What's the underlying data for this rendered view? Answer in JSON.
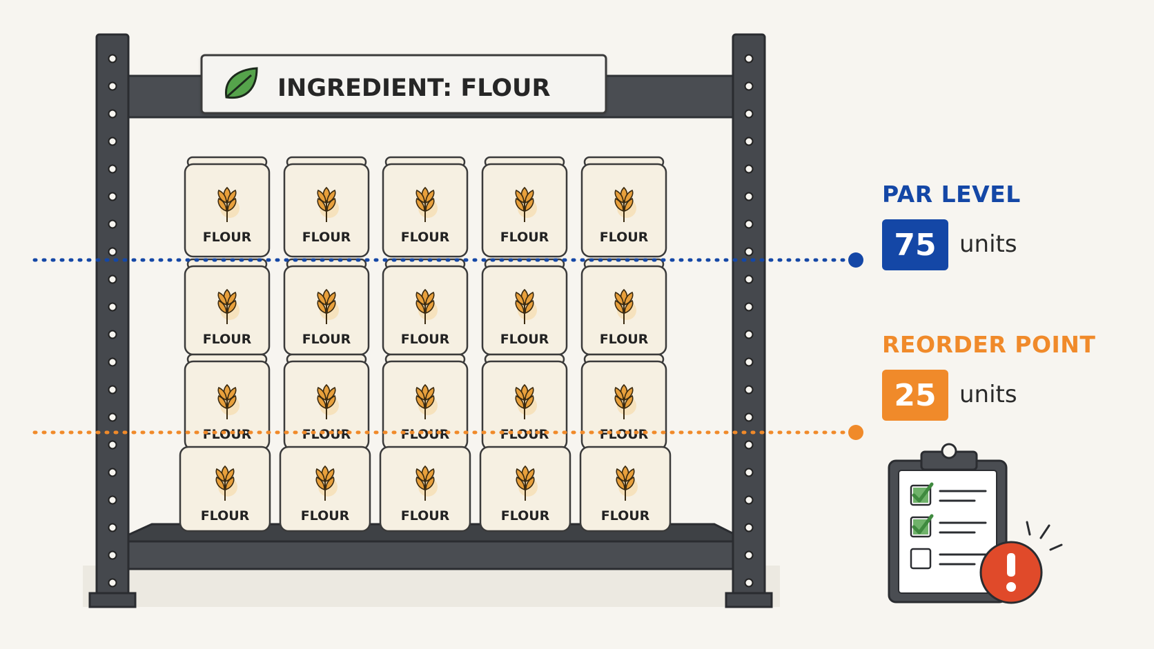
{
  "sign": {
    "text": "INGREDIENT: FLOUR",
    "icon": "leaf-icon"
  },
  "bag_label": "FLOUR",
  "bag_icon": "wheat-icon",
  "par_level": {
    "title": "PAR LEVEL",
    "value": "75",
    "unit": "units",
    "color": "#1447a6"
  },
  "reorder_point": {
    "title": "REORDER POINT",
    "value": "25",
    "unit": "units",
    "color": "#f08a2a"
  },
  "alert_icon": "clipboard-alert-icon",
  "checklist": [
    {
      "checked": true
    },
    {
      "checked": true
    },
    {
      "checked": false
    }
  ],
  "colors": {
    "shelf": "#45484d",
    "bag_fill": "#f6f0e2",
    "bag_stroke": "#3a3a3a",
    "wheat": "#e8a03c",
    "check_green": "#3f8a3f",
    "alert_red": "#e04a2a"
  }
}
